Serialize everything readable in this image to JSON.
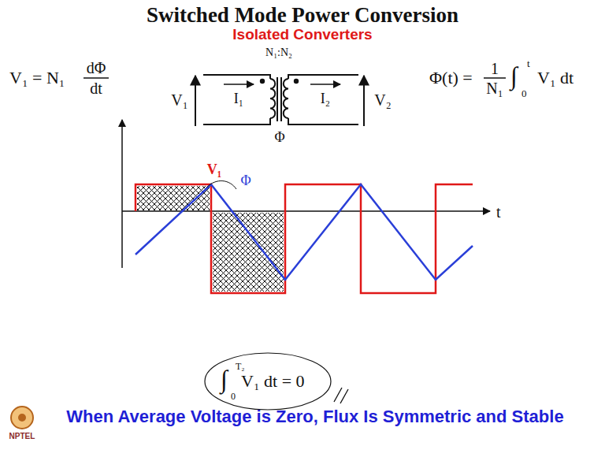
{
  "diagram": {
    "title": "Switched Mode Power Conversion",
    "caption": "When Average Voltage is Zero, Flux Is Symmetric and Stable",
    "labels": [
      "Isolated Converters",
      "V₁ = N₁",
      "dΦ",
      "dt",
      "N₁:N₂",
      "V₁",
      "I₁",
      "I₂",
      "V₂",
      "Φ",
      "Φ(t) =",
      "1",
      "N₁",
      "∫",
      "t",
      "0",
      "V₁ dt",
      "V₁",
      "Φ",
      "t",
      "∫",
      "T₂",
      "0",
      "V₁ dt = 0",
      "NPTEL"
    ]
  }
}
